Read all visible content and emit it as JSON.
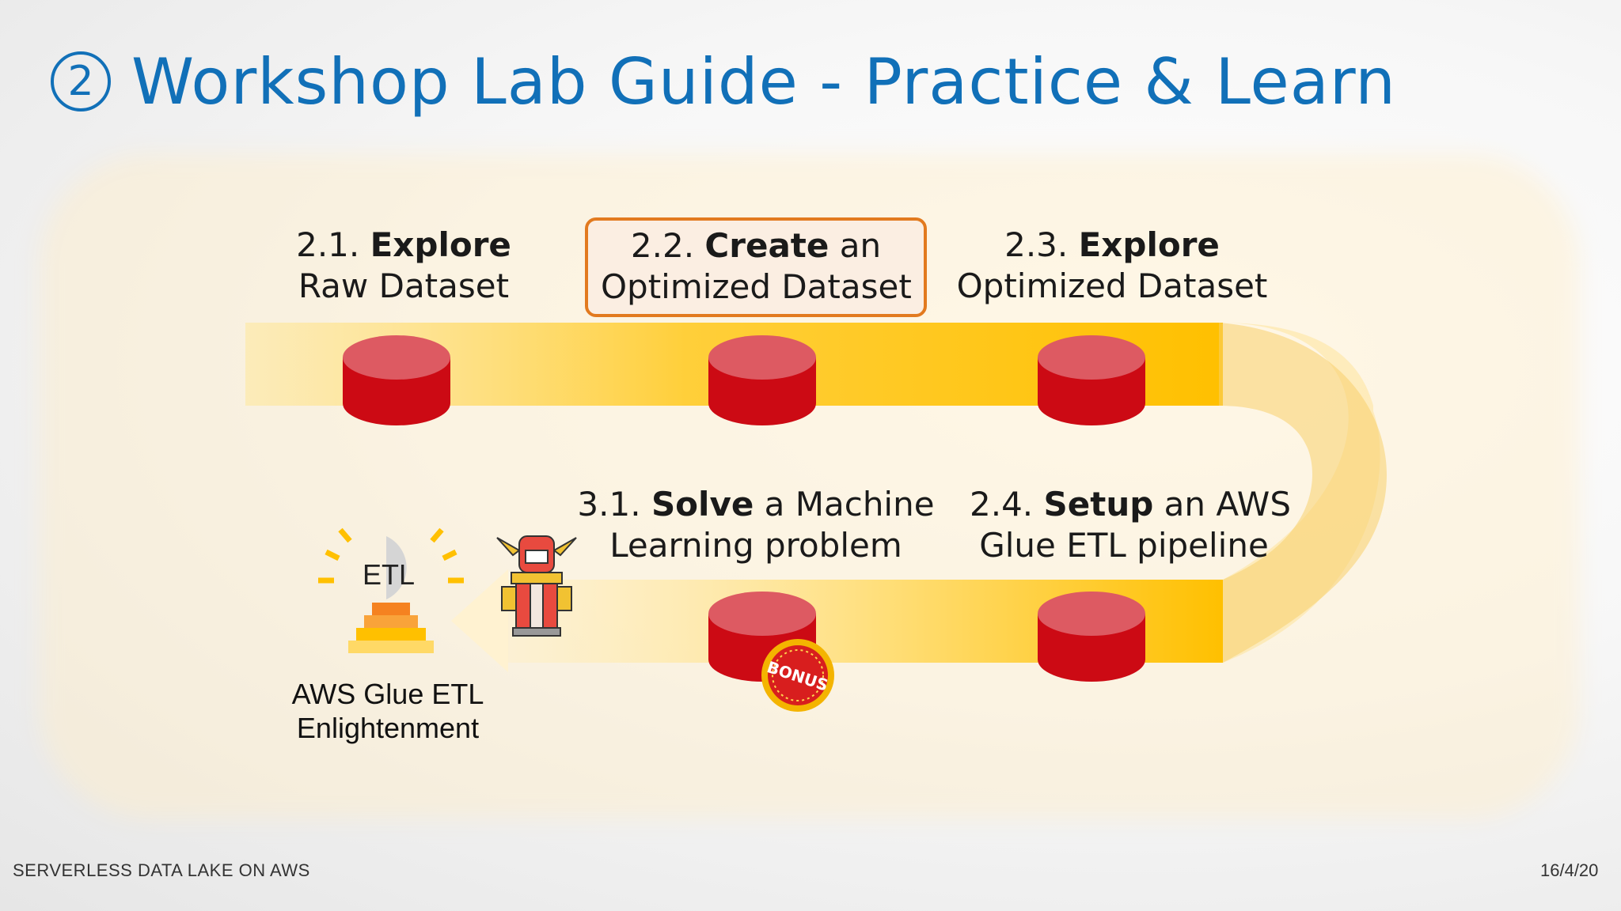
{
  "title": {
    "number": "2",
    "text": "Workshop Lab Guide - Practice & Learn"
  },
  "steps": [
    {
      "num": "2.1.",
      "bold": "Explore",
      "rest1": "",
      "line2": "Raw Dataset",
      "highlighted": false
    },
    {
      "num": "2.2.",
      "bold": "Create",
      "rest1": " an",
      "line2": "Optimized Dataset",
      "highlighted": true
    },
    {
      "num": "2.3.",
      "bold": "Explore",
      "rest1": "",
      "line2": "Optimized Dataset",
      "highlighted": false
    },
    {
      "num": "2.4.",
      "bold": "Setup",
      "rest1": " an AWS",
      "line2": "Glue ETL pipeline",
      "highlighted": false
    },
    {
      "num": "3.1.",
      "bold": "Solve",
      "rest1": " a Machine",
      "line2": "Learning problem",
      "highlighted": false
    }
  ],
  "etl": {
    "icon_label": "ETL",
    "caption_line1": "AWS Glue ETL",
    "caption_line2": "Enlightenment"
  },
  "bonus_badge": "BONUS",
  "footer": {
    "left": "SERVERLESS DATA LAKE ON AWS",
    "right": "16/4/20"
  },
  "colors": {
    "title_blue": "#1170b8",
    "highlight_border": "#e27a1f",
    "database_red": "#cc0a14",
    "band_yellow": "#ffc000"
  },
  "icons": [
    "database-icon",
    "etl-glue-icon",
    "warrior-icon",
    "bonus-badge-icon"
  ]
}
